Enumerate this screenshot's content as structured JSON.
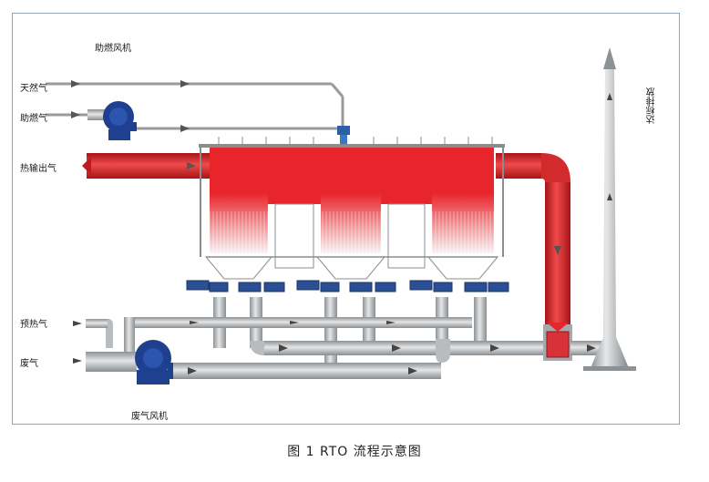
{
  "labels": {
    "combustion_fan": "助燃风机",
    "natural_gas": "天然气",
    "combustion_air": "助燃气",
    "heat_output": "热输出气",
    "preheat_gas": "预热气",
    "waste_gas": "废气",
    "waste_gas_fan": "废气风机",
    "stack_discharge": "达标排放"
  },
  "caption": "图 1  RTO 流程示意图",
  "colors": {
    "chamber_red": "#e8252b",
    "pipe_gray": "#b9bcbf",
    "fan_blue": "#1f3f8f",
    "frame_border": "#8fa3b8"
  }
}
